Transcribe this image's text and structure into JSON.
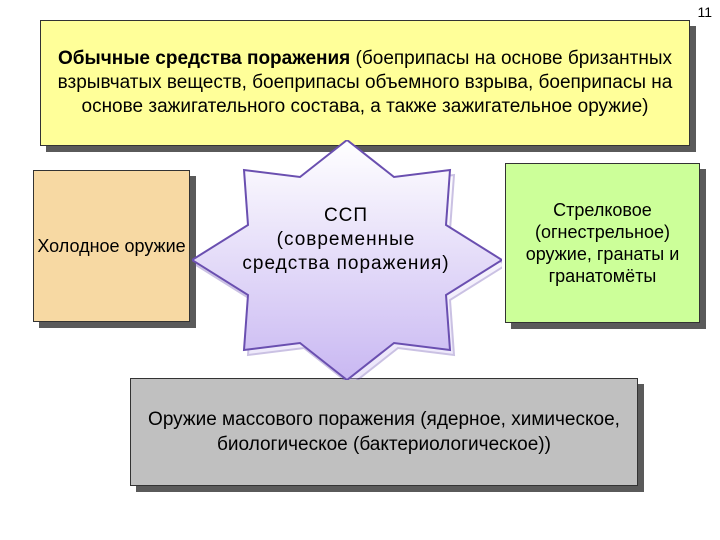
{
  "slide_number": "11",
  "top_box": {
    "bold": "Обычные средства поражения",
    "rest": " (боеприпасы на основе бризантных взрывчатых веществ, боеприпасы объемного взрыва, боеприпасы на основе зажигательного состава, а также зажигательное оружие)"
  },
  "left_box": {
    "text": "Холодное оружие"
  },
  "center": {
    "title": "ССП",
    "subtitle": "(современные средства поражения)"
  },
  "right_box": {
    "text": "Стрелковое (огнестрельное) оружие, гранаты и гранатомёты"
  },
  "bottom_box": {
    "bold": "Оружие массового поражения",
    "rest": " (ядерное, химическое, биологическое (бактериологическое))"
  },
  "colors": {
    "top": "#ffff99",
    "left": "#f7d9a3",
    "right": "#ccff99",
    "bottom": "#c0c0c0",
    "star_fill": "#d9ccff",
    "star_stroke": "#6a4fb0"
  }
}
